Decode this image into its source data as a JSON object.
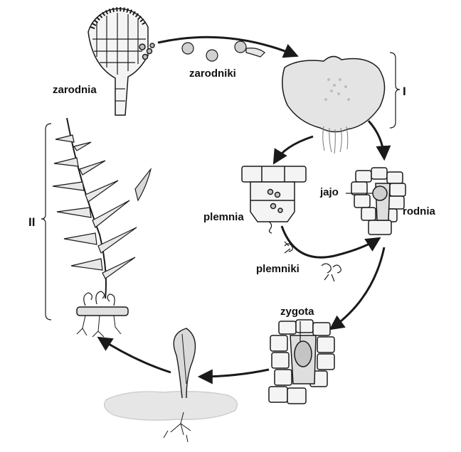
{
  "labels": {
    "sporangium": "zarodnia",
    "spores": "zarodniki",
    "gametophyte_stage": "I",
    "sporophyte_stage": "II",
    "egg": "jajo",
    "archegonium": "rodnia",
    "antheridium": "plemnia",
    "sperm": "plemniki",
    "zygote": "zygota"
  },
  "colors": {
    "ink": "#1a1a1a",
    "fill_light": "#e2e2e2",
    "fill_mid": "#cfcfcf",
    "background": "#ffffff"
  }
}
